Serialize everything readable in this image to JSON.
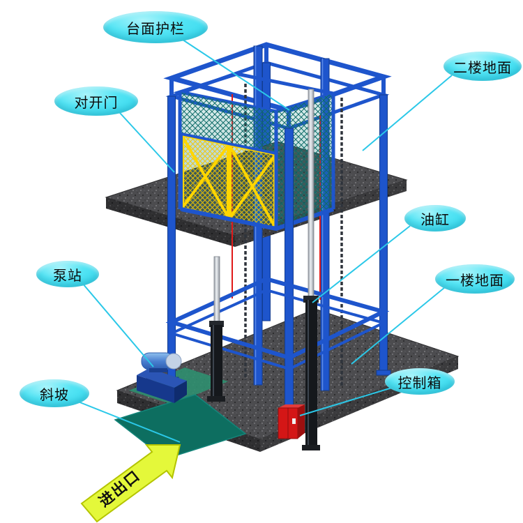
{
  "diagram": {
    "subject": "hydraulic guide-rail cargo lift installation diagram"
  },
  "labels": {
    "platform_guardrail": "台面护栏",
    "second_floor_ground": "二楼地面",
    "double_swing_door": "对开门",
    "oil_cylinder": "油缸",
    "pump_station": "泵站",
    "first_floor_ground": "一楼地面",
    "control_box": "控制箱",
    "ramp": "斜坡",
    "entrance_exit": "进出口"
  },
  "colors": {
    "callout_fill": "#2fd6ec",
    "leader_line": "#2bc8e8",
    "frame_blue": "#1e55cc",
    "door_yellow": "#ffd600",
    "cage_teal": "#1a8a86",
    "slab_gray": "#4d4d4f",
    "ramp_green": "#0d6e60",
    "control_box_red": "#d41616",
    "arrow_yellow": "#e4f83a"
  },
  "icons": {
    "entrance_arrow": "up-right-arrow"
  }
}
